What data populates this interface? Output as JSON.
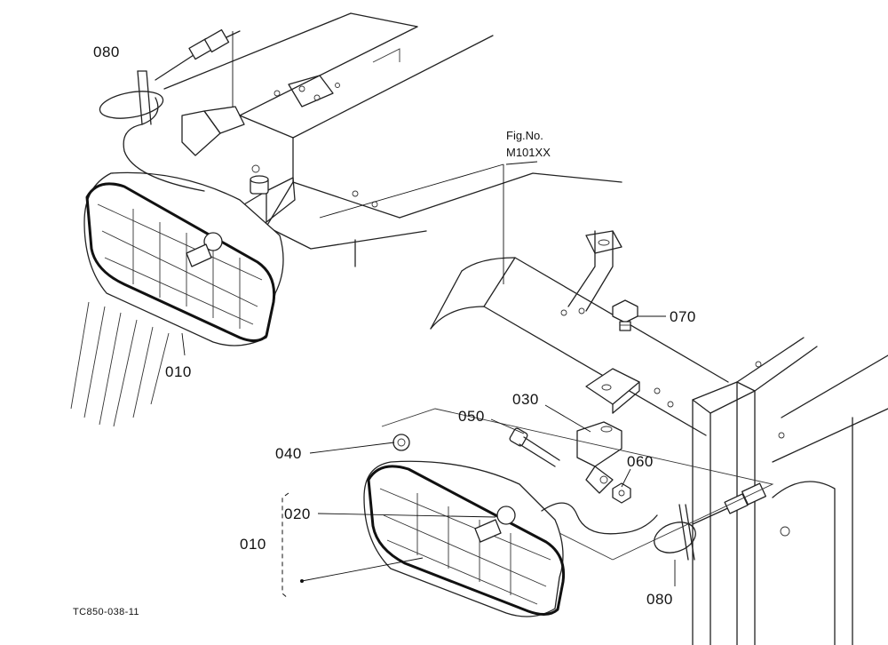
{
  "figure": {
    "reference_line1": "Fig.No.",
    "reference_line2": "M101XX",
    "code": "TC850-038-11"
  },
  "callouts": {
    "c080_top": "080",
    "c010_left": "010",
    "c070": "070",
    "c030": "030",
    "c050": "050",
    "c040": "040",
    "c060": "060",
    "c020": "020",
    "c010_bracket": "010",
    "c080_bottom": "080"
  }
}
